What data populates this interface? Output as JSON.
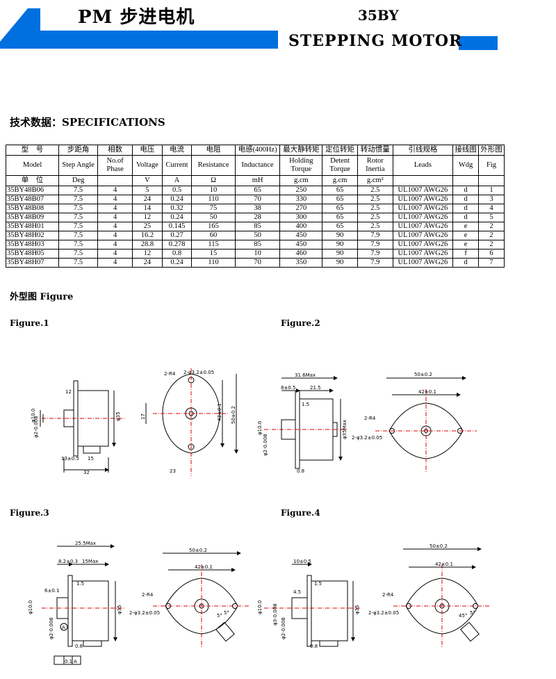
{
  "header": {
    "title_cn": "PM 步进电机",
    "model": "35BY",
    "subtitle_en": "STEPPING MOTOR",
    "accent_color": "#0070e0"
  },
  "specs": {
    "section_title": "技术数据：SPECIFICATIONS",
    "headers_cn": [
      "型　号",
      "步距角",
      "相数",
      "电压",
      "电流",
      "电阻",
      "电感(400Hz)",
      "最大静转矩",
      "定位转矩",
      "转动惯量",
      "引线规格",
      "接线图",
      "外形图"
    ],
    "headers_en": [
      "Model",
      "Step Angle",
      "No.of Phase",
      "Voltage",
      "Current",
      "Resistance",
      "Inductance",
      "Holding Torque",
      "Detent Torque",
      "Rotor Inertia",
      "Leads",
      "Wdg",
      "Fig"
    ],
    "units": [
      "单　位",
      "Deg",
      "",
      "V",
      "A",
      "Ω",
      "mH",
      "g.cm",
      "g.cm",
      "g.cm²",
      "",
      "",
      ""
    ],
    "rows": [
      [
        "35BY48B06",
        "7.5",
        "4",
        "5",
        "0.5",
        "10",
        "65",
        "250",
        "65",
        "2.5",
        "UL1007 AWG26",
        "d",
        "1"
      ],
      [
        "35BY48B07",
        "7.5",
        "4",
        "24",
        "0.24",
        "110",
        "70",
        "330",
        "65",
        "2.5",
        "UL1007 AWG26",
        "d",
        "3"
      ],
      [
        "35BY48B08",
        "7.5",
        "4",
        "14",
        "0.32",
        "75",
        "38",
        "270",
        "65",
        "2.5",
        "UL1007 AWG26",
        "d",
        "4"
      ],
      [
        "35BY48B09",
        "7.5",
        "4",
        "12",
        "0.24",
        "50",
        "28",
        "300",
        "65",
        "2.5",
        "UL1007 AWG26",
        "d",
        "5"
      ],
      [
        "35BY48H01",
        "7.5",
        "4",
        "25",
        "0.145",
        "165",
        "85",
        "400",
        "65",
        "2.5",
        "UL1007 AWG26",
        "e",
        "2"
      ],
      [
        "35BY48H02",
        "7.5",
        "4",
        "16.2",
        "0.27",
        "60",
        "50",
        "450",
        "90",
        "7.9",
        "UL1007 AWG26",
        "e",
        "2"
      ],
      [
        "35BY48H03",
        "7.5",
        "4",
        "28.8",
        "0.278",
        "115",
        "85",
        "450",
        "90",
        "7.9",
        "UL1007 AWG26",
        "e",
        "2"
      ],
      [
        "35BY48H05",
        "7.5",
        "4",
        "12",
        "0.8",
        "15",
        "10",
        "460",
        "90",
        "7.9",
        "UL1007 AWG26",
        "f",
        "6"
      ],
      [
        "35BY48H07",
        "7.5",
        "4",
        "24",
        "0.24",
        "110",
        "70",
        "350",
        "90",
        "7.9",
        "UL1007 AWG26",
        "d",
        "7"
      ]
    ]
  },
  "figures": {
    "section_title": "外型图 Figure",
    "labels": [
      "Figure.1",
      "Figure.2",
      "Figure.3",
      "Figure.4"
    ],
    "fig1": {
      "side": [
        "12",
        "φ10.0",
        "φ2-0.008",
        "φ35",
        "13±0.5",
        "15",
        "32"
      ],
      "front": [
        "2-R4",
        "2-φ3.2±0.05",
        "42±0.1",
        "50±0.2",
        "17",
        "23"
      ]
    },
    "fig2": {
      "side": [
        "31.6Max",
        "8±0.5",
        "21.5",
        "1.5",
        "φ10.0",
        "φ2-0.008",
        "φ35Max",
        "0.8"
      ],
      "front": [
        "50±0.2",
        "42±0.1",
        "2-R4",
        "2-φ3.2±0.05"
      ]
    },
    "fig3": {
      "side": [
        "25.5Max",
        "8.2±0.3",
        "15Max",
        "1.5",
        "6±0.1",
        "φ10.0",
        "φ2-0.008",
        "φ35",
        "0.8",
        "A",
        "0.1",
        "A"
      ],
      "front": [
        "50±0.2",
        "42±0.1",
        "2-R4",
        "2-φ3.2±0.05",
        "5°",
        "5°"
      ]
    },
    "fig4": {
      "side": [
        "10±0.5",
        "1.5",
        "4.5",
        "φ10.0",
        "φ3-0.008",
        "φ2-0.008",
        "φ35",
        "0.8"
      ],
      "front": [
        "50±0.2",
        "42±0.1",
        "2-R4",
        "2-φ3.2±0.05",
        "45°",
        "5°"
      ]
    }
  }
}
